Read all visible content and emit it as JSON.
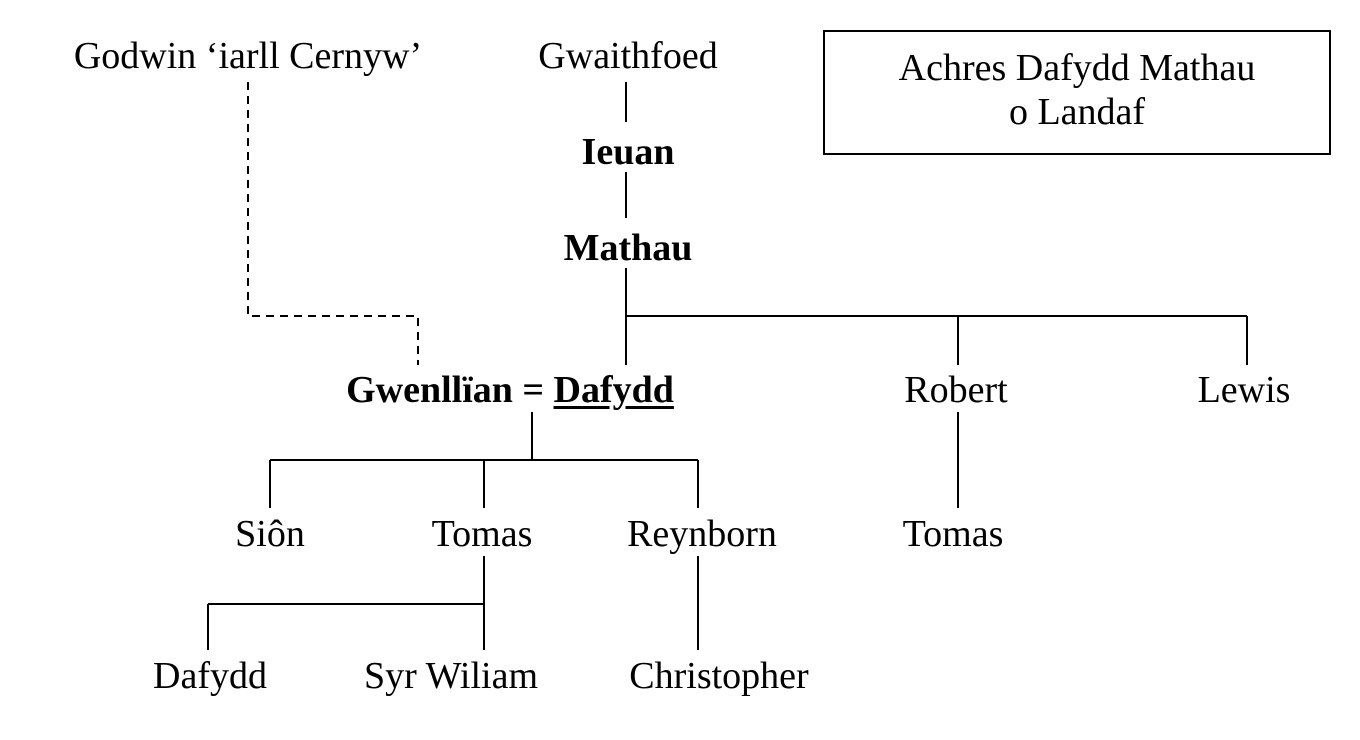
{
  "title": {
    "line1": "Achres Dafydd Mathau",
    "line2": "o Landaf"
  },
  "people": {
    "godwin": "Godwin ‘iarll Cernyw’",
    "gwaithfoed": "Gwaithfoed",
    "ieuan": "Ieuan",
    "mathau": "Mathau",
    "gwenllian": "Gwenllïan",
    "marriage_sign": "=",
    "dafydd": "Dafydd",
    "robert": "Robert",
    "lewis": "Lewis",
    "sion": "Siôn",
    "tomas": "Tomas",
    "reynborn": "Reynborn",
    "tomas_robert": "Tomas",
    "dafydd_jr": "Dafydd",
    "syr_wiliam": "Syr Wiliam",
    "christopher": "Christopher"
  },
  "colors": {
    "line": "#000000",
    "background": "#ffffff"
  }
}
